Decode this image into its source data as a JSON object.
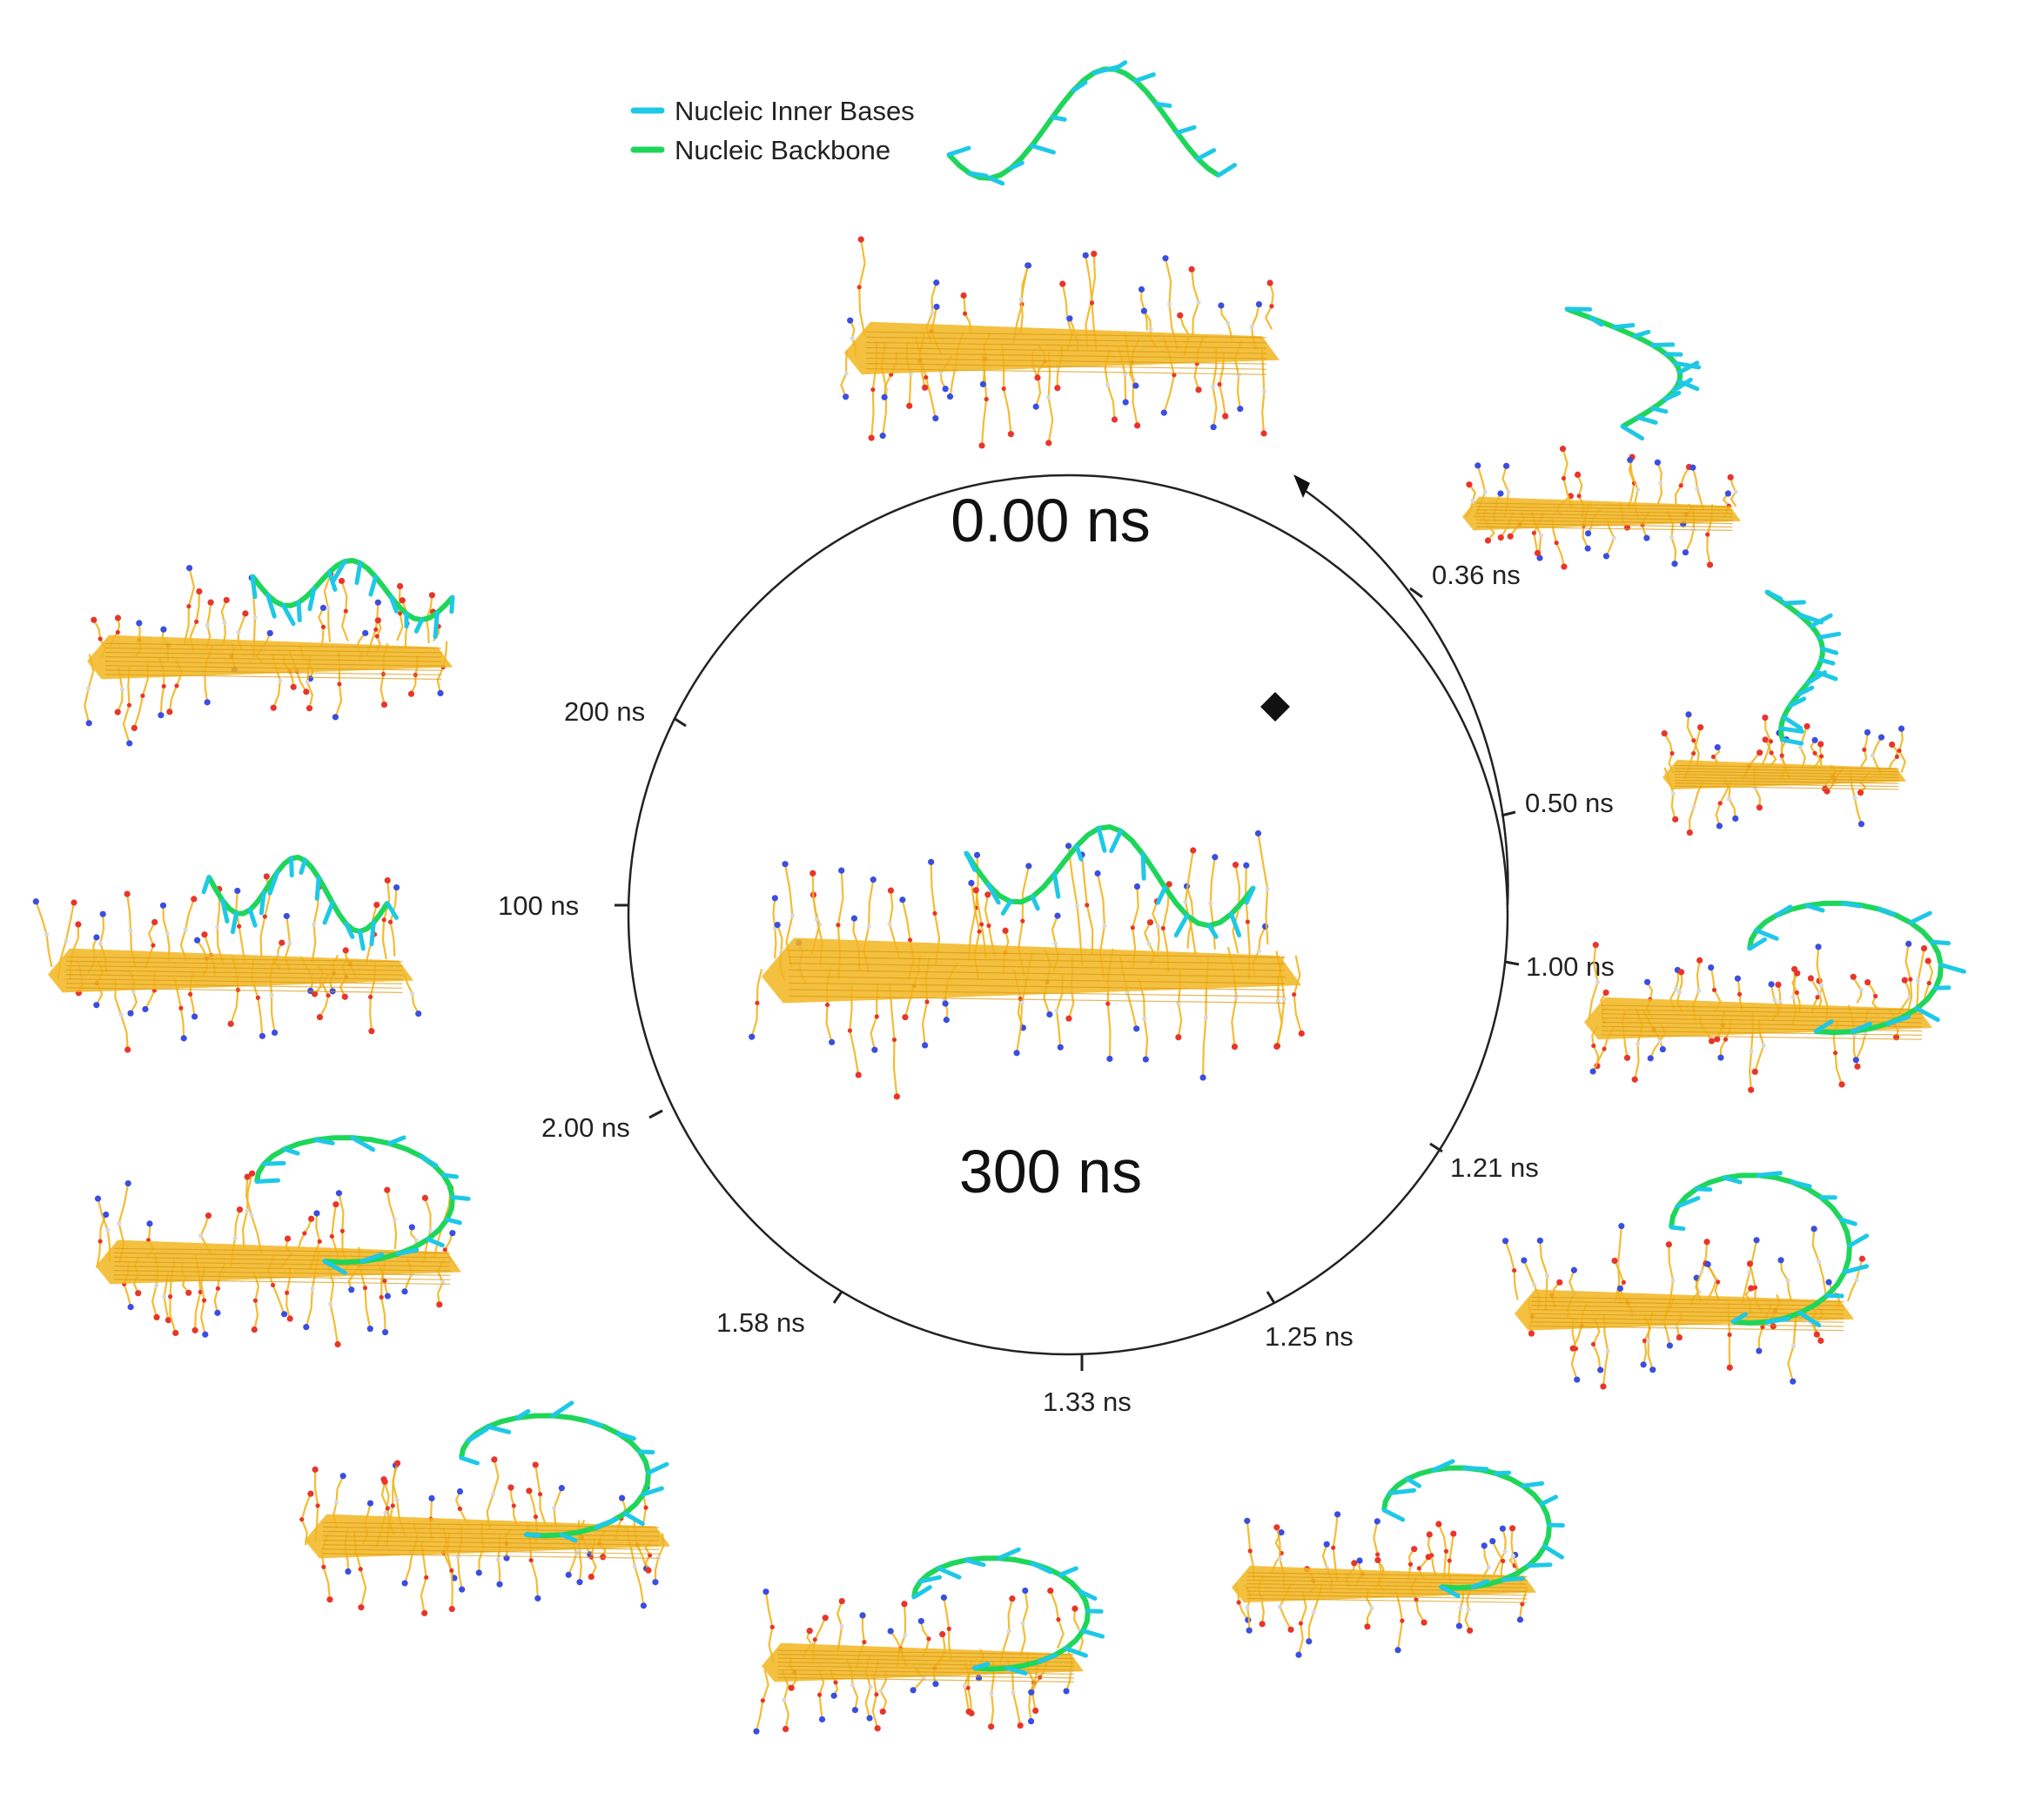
{
  "legend": {
    "items": [
      {
        "label": "Nucleic Inner Bases",
        "color": "#1ec8e6"
      },
      {
        "label": "Nucleic Backbone",
        "color": "#1ed65a"
      }
    ]
  },
  "center_labels": {
    "start": "0.00 ns",
    "end": "300 ns"
  },
  "timeline_ticks": [
    {
      "label": "0.36 ns"
    },
    {
      "label": "0.50 ns"
    },
    {
      "label": "1.00 ns"
    },
    {
      "label": "1.21 ns"
    },
    {
      "label": "1.25 ns"
    },
    {
      "label": "1.33 ns"
    },
    {
      "label": "1.58 ns"
    },
    {
      "label": "2.00 ns"
    },
    {
      "label": "100 ns"
    },
    {
      "label": "200 ns"
    }
  ],
  "colors": {
    "sheet": "#f2b51e",
    "oxygen": "#e8352a",
    "nitrogen": "#3a4ee0",
    "bases": "#1ec8e6",
    "backbone": "#1ed65a",
    "hydrogen": "#d9d9d9",
    "ring": "#222222"
  },
  "snapshots": [
    {
      "time": "0.00 ns",
      "dna_state": "detached-above"
    },
    {
      "time": "0.36 ns",
      "dna_state": "detached-near"
    },
    {
      "time": "0.50 ns",
      "dna_state": "touching"
    },
    {
      "time": "1.00 ns",
      "dna_state": "adsorbing"
    },
    {
      "time": "1.21 ns",
      "dna_state": "adsorbing"
    },
    {
      "time": "1.25 ns",
      "dna_state": "adsorbing"
    },
    {
      "time": "1.33 ns",
      "dna_state": "adsorbing"
    },
    {
      "time": "1.58 ns",
      "dna_state": "adsorbing"
    },
    {
      "time": "2.00 ns",
      "dna_state": "adsorbed"
    },
    {
      "time": "100 ns",
      "dna_state": "adsorbed"
    },
    {
      "time": "200 ns",
      "dna_state": "adsorbed"
    },
    {
      "time": "300 ns",
      "dna_state": "adsorbed"
    }
  ]
}
